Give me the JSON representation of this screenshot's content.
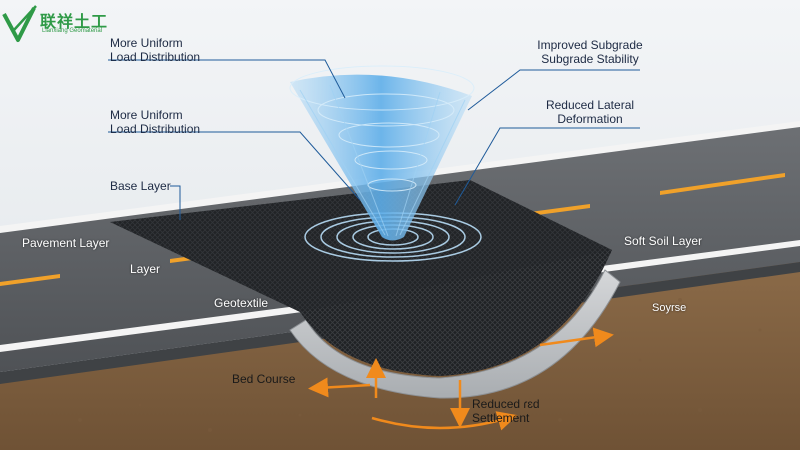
{
  "brand": {
    "name_cn": "联祥土工",
    "name_en": "Lianxiang Geomaterial",
    "color": "#2f9a47"
  },
  "callouts": {
    "top_left": "More Uniform\nLoad Distribution",
    "mid_left": "More Uniform\nLoad Distribution",
    "top_right": "Improved Subgrade\nSubgrade Stability",
    "mid_right": "Reduced Lateral\nDeformation",
    "base_layer": "Base Layer"
  },
  "road_labels": {
    "pavement": "Pavement Layer",
    "layer": "Layer",
    "geotextile": "Geotextile",
    "soft_soil": "Soft Soil Layer"
  },
  "soil_labels": {
    "sub": "Soyrse",
    "bed_course": "Bed Course",
    "settlement": "Reduced ɾɛd\nSettlement"
  },
  "colors": {
    "asphalt": "#5e6165",
    "soil": "#8a6a48",
    "lane_marking": "#f0a12a",
    "load_cone": "#8fc6ee",
    "callout_line": "#1f5b9a",
    "arrow": "#f08a1c"
  }
}
